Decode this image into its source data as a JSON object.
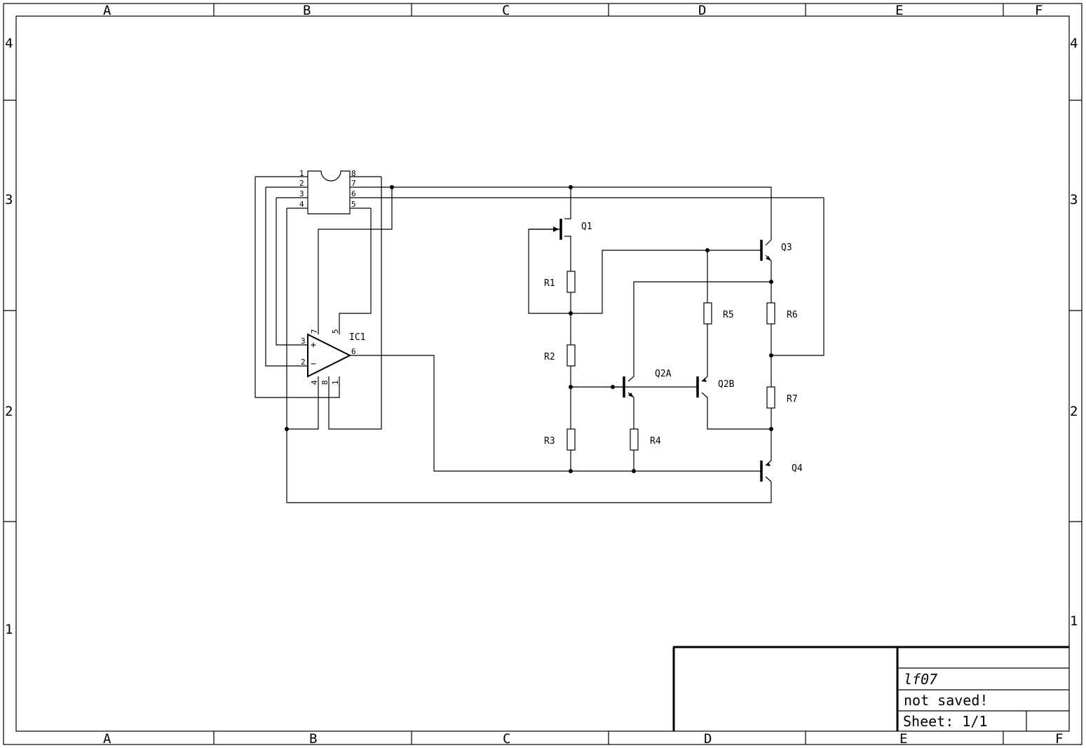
{
  "frame": {
    "columns": [
      "A",
      "B",
      "C",
      "D",
      "E",
      "F"
    ],
    "rows": [
      "4",
      "3",
      "2",
      "1"
    ]
  },
  "title_block": {
    "drawing_name": "lf07",
    "save_status": "not saved!",
    "sheet": "Sheet: 1/1"
  },
  "components": {
    "ic_socket_pins_left": [
      "1",
      "2",
      "3",
      "4"
    ],
    "ic_socket_pins_right": [
      "8",
      "7",
      "6",
      "5"
    ],
    "opamp": {
      "ref": "IC1",
      "pin_plus": "3",
      "pin_minus": "2",
      "pin_out": "6",
      "pin_top_a": "7",
      "pin_top_b": "5",
      "pin_bot_a": "4",
      "pin_bot_b": "8",
      "pin_bot_c": "1",
      "plus_sign": "+",
      "minus_sign": "−"
    },
    "transistors": [
      "Q1",
      "Q2A",
      "Q2B",
      "Q3",
      "Q4"
    ],
    "resistors": [
      "R1",
      "R2",
      "R3",
      "R4",
      "R5",
      "R6",
      "R7"
    ]
  }
}
